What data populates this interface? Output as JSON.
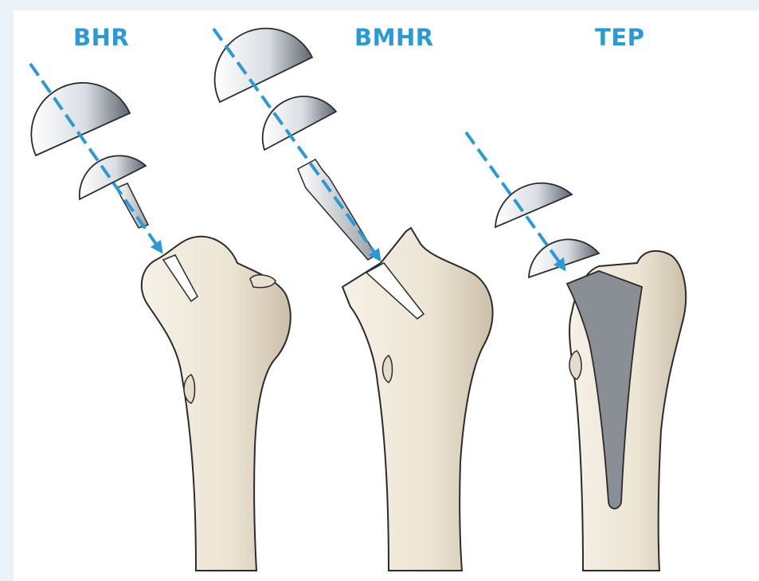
{
  "labels": {
    "bhr": "BHR",
    "bmhr": "BMHR",
    "tep": "TEP"
  },
  "colors": {
    "accent": "#2a9ad6",
    "bone": "#efe8da",
    "bone_shadow": "#cfc4b0",
    "stem": "#8a8f96",
    "background": "#ffffff"
  }
}
